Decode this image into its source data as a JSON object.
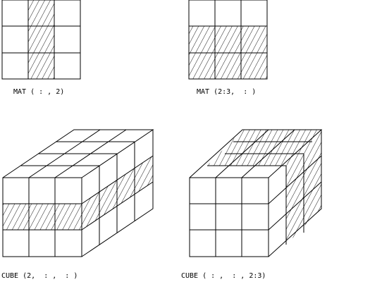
{
  "captions": {
    "mat_column": "MAT ( : , 2)",
    "mat_rows": "MAT (2:3,  : )",
    "cube_plane_dim1": "CUBE (2,  : ,  : )",
    "cube_planes_dim3": "CUBE ( : ,  : , 2:3)"
  },
  "colors": {
    "line": "#000000",
    "background": "#ffffff"
  }
}
